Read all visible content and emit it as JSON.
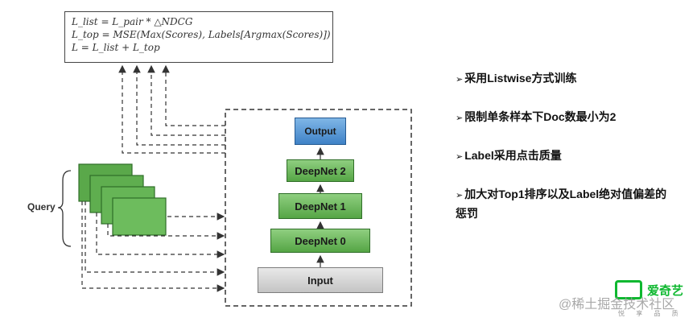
{
  "formulas": [
    "L_list = L_pair * △NDCG",
    "L_top = MSE(Max(Scores), Labels[Argmax(Scores)])",
    "L = L_list + L_top"
  ],
  "network": {
    "output_label": "Output",
    "layers": [
      "DeepNet 2",
      "DeepNet 1",
      "DeepNet 0"
    ],
    "input_label": "Input"
  },
  "query_label": "Query",
  "bullets": [
    "采用Listwise方式训练",
    "限制单条样本下Doc数最小为2",
    "Label采用点击质量",
    "加大对Top1排序以及Label绝对值偏差的惩罚"
  ],
  "logo": {
    "brand_cn": "爱奇艺",
    "brand_sub": "悦 享 品 质",
    "watermark": "@稀土掘金技术社区"
  },
  "colors": {
    "layer_green": "#6bbd5b",
    "output_blue": "#4a8fd4",
    "input_gray": "#cfcfcf",
    "brand_green": "#0fb830"
  }
}
